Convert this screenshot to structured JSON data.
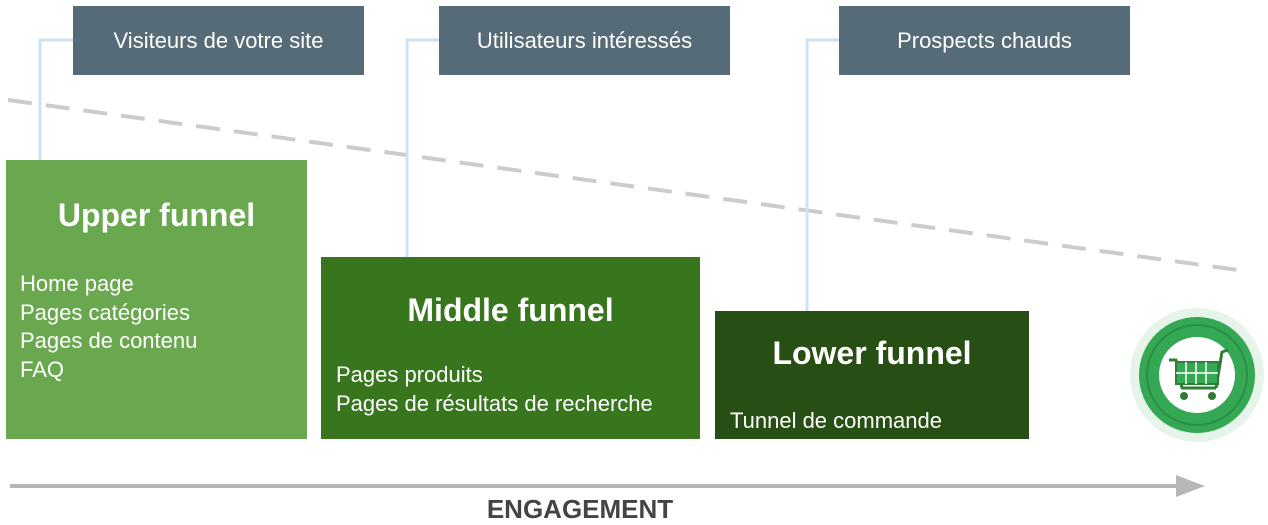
{
  "audience_labels": [
    {
      "label": "Visiteurs de votre site"
    },
    {
      "label": "Utilisateurs intéressés"
    },
    {
      "label": "Prospects chauds"
    }
  ],
  "stages": [
    {
      "title": "Upper funnel",
      "items": [
        "Home page",
        "Pages catégories",
        "Pages de contenu",
        "FAQ"
      ],
      "color": "#6aa84f"
    },
    {
      "title": "Middle funnel",
      "items": [
        "Pages produits",
        "Pages de résultats de recherche"
      ],
      "color": "#38761d"
    },
    {
      "title": "Lower funnel",
      "items": [
        "Tunnel de commande"
      ],
      "color": "#274e13"
    }
  ],
  "axis": {
    "label": "ENGAGEMENT"
  },
  "icons": {
    "end": "shopping-cart-icon"
  },
  "colors": {
    "label_bg": "#566b78",
    "connector": "#cfe2f3",
    "dashed_line": "#cccccc",
    "arrow": "#b7b7b7",
    "cart_ring": "#34a853"
  }
}
